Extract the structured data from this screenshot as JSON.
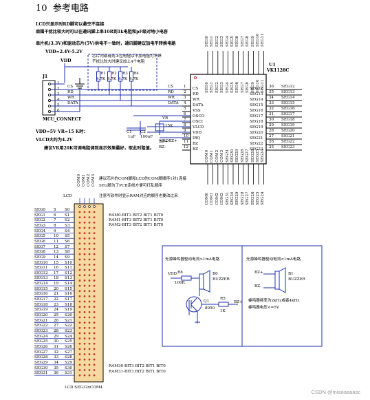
{
  "section": {
    "number": "10",
    "title": "参考电路"
  },
  "notes_top": [
    "LCD只显示时RD脚可以悬空不连接",
    "周围干扰比较大时可以在通讯脚上串10R到1k电阻和pF级对地小电容",
    "单片机(3.3V)和驱动芯片(5V)供电不一致时，通讯脚建议加电平转换电路"
  ],
  "power_note": "VDD=2.4V-5.2V",
  "pullup_note": [
    "芯片内部有则上拉电阻以不加电阻可不焊",
    "干扰比较大时建议加上4个电阻"
  ],
  "j1": {
    "name": "J1",
    "label": "MCU_CONNECT",
    "pins": [
      "1",
      "2",
      "3",
      "4",
      "5",
      "6"
    ],
    "signals": [
      "CS",
      "RD",
      "WR",
      "DATA"
    ]
  },
  "resistors": [
    {
      "ref": "R1",
      "val": "4.7K"
    },
    {
      "ref": "R2",
      "val": "4.7K"
    },
    {
      "ref": "R3",
      "val": "4.7K"
    },
    {
      "ref": "R4",
      "val": "4.7K"
    }
  ],
  "u1": {
    "ref": "U1",
    "part": "VK1128C",
    "top_pins": [
      "SEG0",
      "SEG1",
      "SEG2",
      "SEG3",
      "SEG4",
      "SEG5",
      "SEG6",
      "SEG7",
      "SEG8",
      "SEG9",
      "SEG10",
      "SEG11"
    ],
    "left_pins": [
      {
        "num": "1",
        "name": "CS"
      },
      {
        "num": "2",
        "name": "RD"
      },
      {
        "num": "3",
        "name": "WR"
      },
      {
        "num": "4",
        "name": "DATA"
      },
      {
        "num": "5",
        "name": "VSS"
      },
      {
        "num": "6",
        "name": "OSCO"
      },
      {
        "num": "7",
        "name": "OSCI"
      },
      {
        "num": "8",
        "name": "VLCD"
      },
      {
        "num": "9",
        "name": "VDD"
      },
      {
        "num": "10",
        "name": "IRQ"
      },
      {
        "num": "11",
        "name": "BZ"
      },
      {
        "num": "12",
        "name": "BZ"
      }
    ],
    "right_pins": [
      {
        "num": "36",
        "name": "SEG12"
      },
      {
        "num": "35",
        "name": "SEG13"
      },
      {
        "num": "34",
        "name": "SEG14"
      },
      {
        "num": "33",
        "name": "SEG15"
      },
      {
        "num": "32",
        "name": "SEG16"
      },
      {
        "num": "31",
        "name": "SEG17"
      },
      {
        "num": "30",
        "name": "SEG18"
      },
      {
        "num": "29",
        "name": "SEG19"
      },
      {
        "num": "28",
        "name": "SEG20"
      },
      {
        "num": "27",
        "name": "SEG21"
      },
      {
        "num": "26",
        "name": "SEG22"
      },
      {
        "num": "25",
        "name": "SEG23"
      }
    ],
    "bottom_pins": [
      "COM0",
      "COM1",
      "COM2",
      "COM3",
      "SEG31",
      "SEG30",
      "SEG29",
      "SEG28",
      "SEG27",
      "SEG26",
      "SEG25",
      "SEG24"
    ]
  },
  "mid_left_labels": {
    "cs": "CS",
    "rd": "RD",
    "wr": "WR",
    "data": "DATA",
    "bzp": "BZ+",
    "bzm": "BZ-"
  },
  "osc": {
    "vr": "VR",
    "vr_val": "15K",
    "c1": "C1",
    "c1_val": "1uF",
    "c2": "C2",
    "c2_val": "100nF",
    "vddbz": "VDDBZ+"
  },
  "notes_mid": [
    "VDD=5V VR=15 K时：",
    "VLCD大约为4.2V",
    "建议VR用20K可调电阻调到显示效果最好，取此时阻值。"
  ],
  "lcd_notes": [
    "建议芯片的COM脚和LCD的COM脚顺序1对1连接",
    "SEG脚为了PCB走线方便可打乱顺序",
    "注意写软件时显示RAM对应的顺序也要改过来"
  ],
  "lcd": {
    "label": "LCD",
    "bottom": "LCD SEG32xCOM4",
    "coms": [
      "COM0",
      "COM1",
      "COM2",
      "COM3"
    ],
    "segs": [
      "SEG0",
      "SEG1",
      "SEG2",
      "SEG3",
      "SEG4",
      "SEG5",
      "SEG6",
      "SEG7",
      "SEG8",
      "SEG9",
      "SEG10",
      "SEG11",
      "SEG12",
      "SEG13",
      "SEG14",
      "SEG15",
      "SEG16",
      "SEG17",
      "SEG18",
      "SEG19",
      "SEG20",
      "SEG21",
      "SEG22",
      "SEG23",
      "SEG24",
      "SEG25",
      "SEG26",
      "SEG27",
      "SEG28",
      "SEG29",
      "SEG30",
      "SEG31"
    ],
    "pins": [
      "5",
      "6",
      "7",
      "8",
      "9",
      "10",
      "11",
      "12",
      "13",
      "14",
      "15",
      "16",
      "17",
      "18",
      "19",
      "20",
      "21",
      "22",
      "23",
      "24",
      "25",
      "26",
      "27",
      "28",
      "29",
      "30",
      "31",
      "32",
      "33",
      "34",
      "35",
      "36"
    ],
    "s_labels": [
      "S0",
      "S1",
      "S2",
      "S3",
      "S4",
      "S5",
      "S6",
      "S7",
      "S8",
      "S9",
      "S10",
      "S11",
      "S12",
      "S13",
      "S14",
      "S15",
      "S16",
      "S17",
      "S18",
      "S19",
      "S20",
      "S21",
      "S22",
      "S23",
      "S24",
      "S25",
      "S26",
      "S27",
      "S28",
      "S29",
      "S30",
      "S31"
    ],
    "ram_top": [
      "RAM0-BIT3  BIT2  BIT1  BIT0",
      "RAM1-BIT3  BIT2  BIT1  BIT0",
      "RAM2-BIT3  BIT2  BIT1  BIT0"
    ],
    "ram_bottom": [
      "RAM30-BIT3  BIT2  BIT1  BIT0",
      "RAM31-BIT3  BIT2  BIT1  BIT0"
    ]
  },
  "buzzer_passive": {
    "title": "无源蜂鸣器驱动电流>1mA电路",
    "vdd": "VDD",
    "r8": "R8",
    "r8_val": "100R",
    "b0": "B0",
    "b0_name": "BUZZER",
    "q1": "Q1",
    "q1_val": "8050",
    "r5": "R5",
    "r5_val": "1K",
    "bzp": "BZ+"
  },
  "buzzer_small": {
    "title": "无源蜂鸣器驱动电流<1mA电路",
    "bzp": "BZ+",
    "bzm": "BZ-",
    "b1": "B1",
    "b1_name": "BUZZER",
    "note1": "蜂鸣器频率为2kHz或者4kHz",
    "note2": "蜂鸣器电压<=5V"
  },
  "watermark": "CSDN @miaoaaaasc",
  "colors": {
    "wire": "#1e2fae",
    "lcd_dot": "#c0392b",
    "lcd_bg": "#f6d9a0",
    "box": "#000000"
  }
}
